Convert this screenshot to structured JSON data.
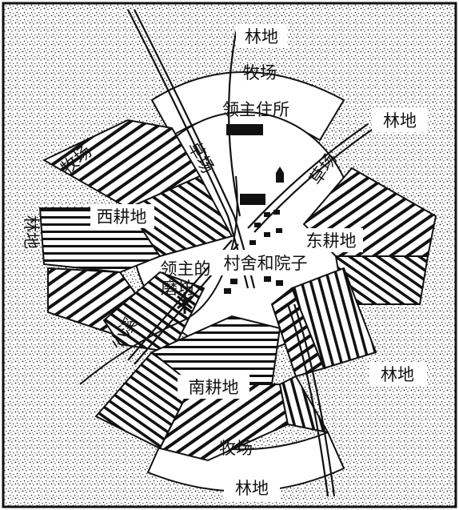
{
  "labels": {
    "forest_north": "林地",
    "forest_east": "林地",
    "forest_west": "林地",
    "forest_southeast": "林地",
    "forest_south": "林地",
    "pasture_north": "牧场",
    "pasture_west": "牧场",
    "pasture_south": "牧场",
    "meadow_west": "草场",
    "meadow_east": "草场",
    "manor": "领主住所",
    "west_field": "西耕地",
    "east_field": "东耕地",
    "south_field": "南耕地",
    "mill_line1": "领主的",
    "mill_line2": "磨坊",
    "village": "村舍和院子",
    "stream": "小溪"
  },
  "colors": {
    "ink": "#111111",
    "paper": "#ffffff"
  }
}
